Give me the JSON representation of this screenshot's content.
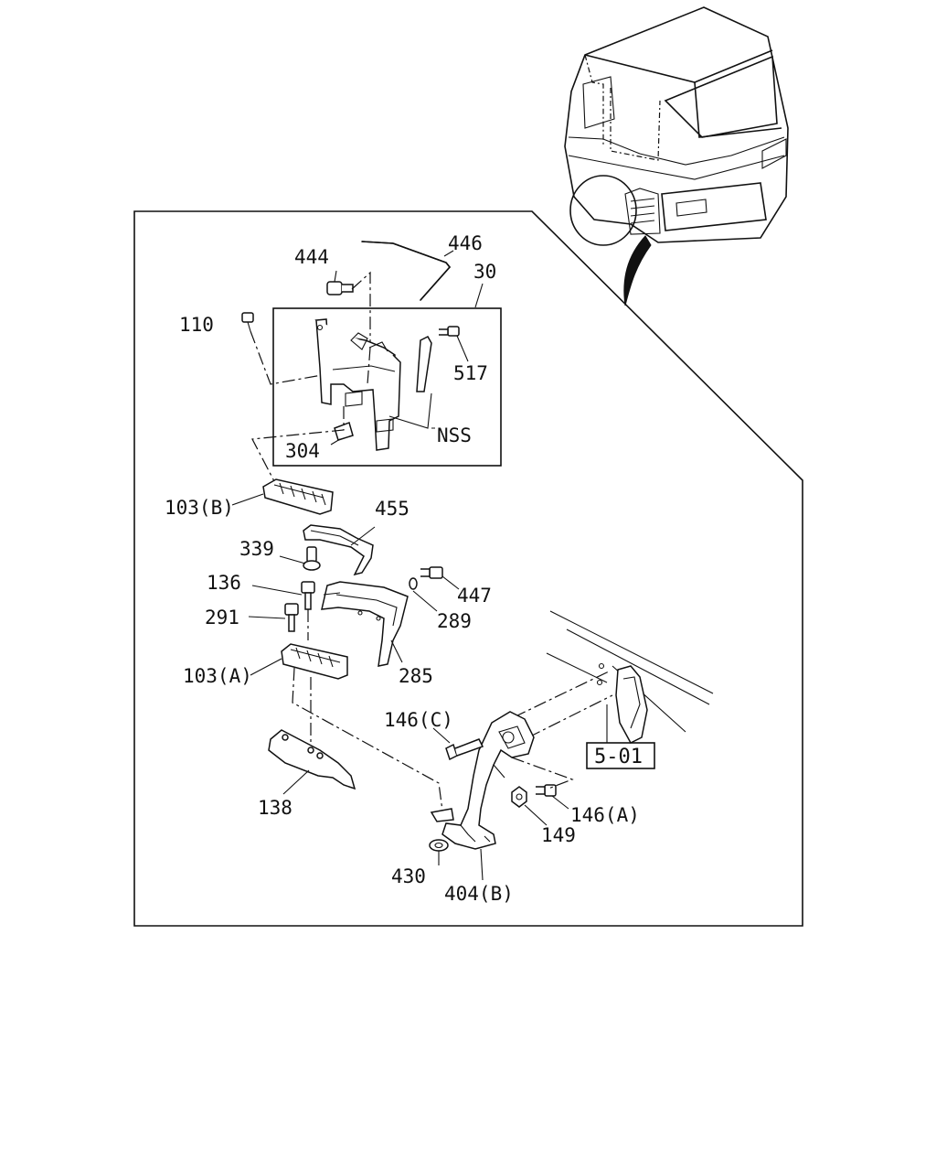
{
  "labels": {
    "p444": "444",
    "p446": "446",
    "p30": "30",
    "p110": "110",
    "p517": "517",
    "pNSS": "NSS",
    "p304": "304",
    "p103b": "103(B)",
    "p455": "455",
    "p339": "339",
    "p136": "136",
    "p447": "447",
    "p291": "291",
    "p289": "289",
    "p103a": "103(A)",
    "p285": "285",
    "p146c": "146(C)",
    "p501": "5-01",
    "p146a": "146(A)",
    "p149": "149",
    "p138": "138",
    "p430": "430",
    "p404b": "404(B)"
  },
  "icons": {
    "cab": "truck-cab-icon",
    "arrow": "curved-arrow-icon"
  }
}
